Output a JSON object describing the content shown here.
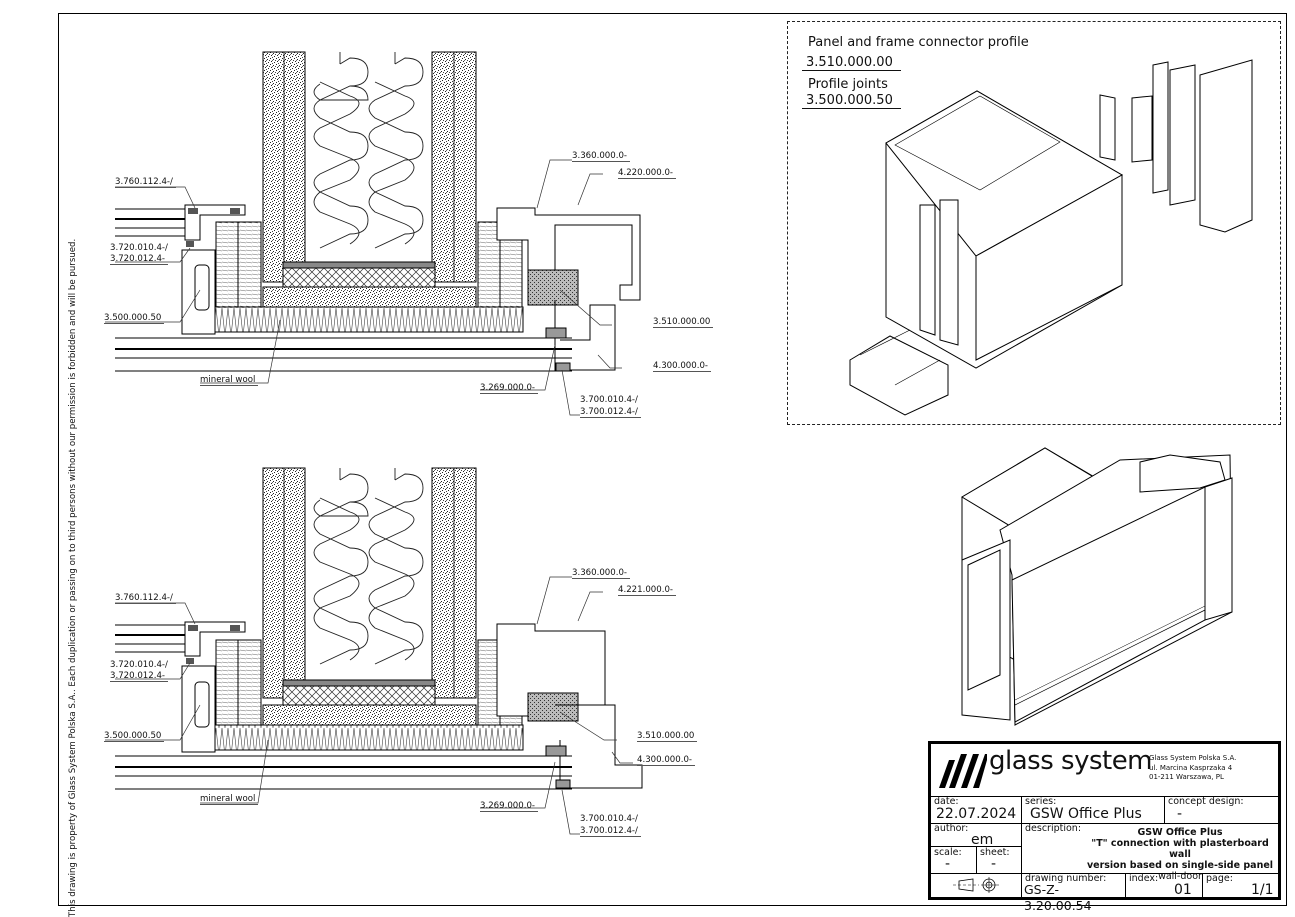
{
  "copyright_notice": "This drawing is property of Glass System Polska S.A.. Each duplication or passing on to third persons without our permission is forbidden and will be pursued.",
  "detail_top": {
    "labels": {
      "seal_top": "3.760.112.4-/",
      "seal_mid_1": "3.720.010.4-/",
      "seal_mid_2": "3.720.012.4-",
      "joint": "3.500.000.50",
      "insulation": "mineral wool",
      "cover_profile": "3.360.000.0-",
      "frame_profile": "4.220.000.0-",
      "connector": "3.510.000.00",
      "door_frame": "4.300.000.0-",
      "glass_seal": "3.269.000.0-",
      "bottom_seal_1": "3.700.010.4-/",
      "bottom_seal_2": "3.700.012.4-/"
    }
  },
  "detail_bottom": {
    "labels": {
      "seal_top": "3.760.112.4-/",
      "seal_mid_1": "3.720.010.4-/",
      "seal_mid_2": "3.720.012.4-",
      "joint": "3.500.000.50",
      "insulation": "mineral wool",
      "cover_profile": "3.360.000.0-",
      "frame_profile": "4.221.000.0-",
      "connector": "3.510.000.00",
      "door_frame": "4.300.000.0-",
      "glass_seal": "3.269.000.0-",
      "bottom_seal_1": "3.700.010.4-/",
      "bottom_seal_2": "3.700.012.4-/"
    }
  },
  "isometric_callout": {
    "connector_title": "Panel and frame connector profile",
    "connector_code": "3.510.000.00",
    "joints_title": "Profile joints",
    "joints_code": "3.500.000.50"
  },
  "title_block": {
    "logo_text": "glass system",
    "company_name": "Glass System Polska S.A.",
    "company_street": "ul. Marcina Kasprzaka 4",
    "company_city": "01-211 Warszawa, PL",
    "date_caption": "date:",
    "date": "22.07.2024",
    "series_caption": "series:",
    "series": "GSW Office Plus",
    "concept_caption": "concept design:",
    "concept": "-",
    "author_caption": "author:",
    "author": "em",
    "scale_caption": "scale:",
    "scale": "-",
    "sheet_caption": "sheet:",
    "sheet": "-",
    "description_caption": "description:",
    "description_line1": "GSW Office Plus",
    "description_line2": "\"T\" connection with plasterboard wall",
    "description_line3": "version based on single-side panel",
    "description_line4": "wall-door",
    "drawing_number_caption": "drawing number:",
    "drawing_number": "GS-Z-3.20.00.54",
    "index_caption": "index:",
    "index": "01",
    "page_caption": "page:",
    "page": "1/1"
  }
}
